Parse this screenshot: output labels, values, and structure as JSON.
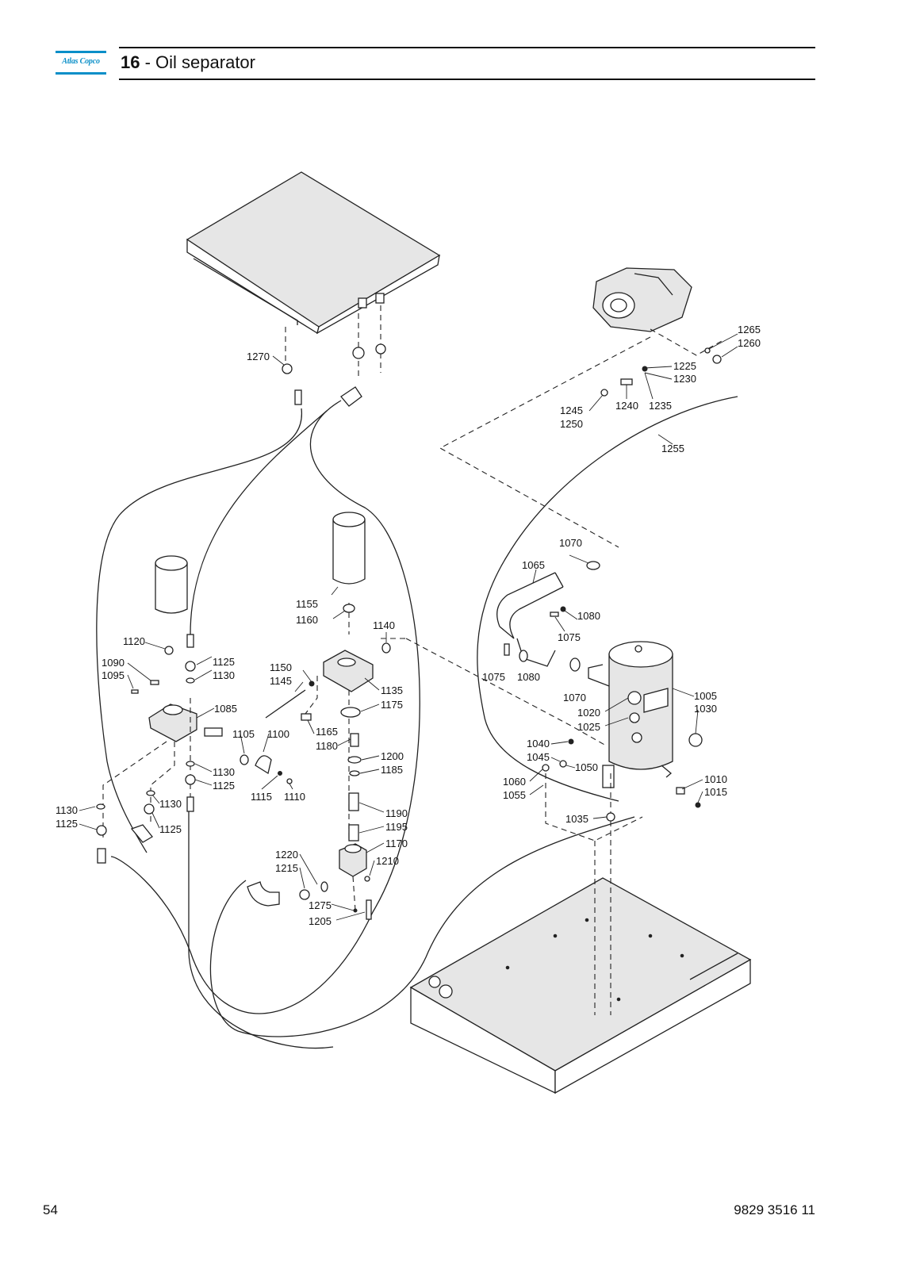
{
  "header": {
    "brand": "Atlas Copco",
    "section_number": "16",
    "separator": " - ",
    "title": "Oil separator"
  },
  "footer": {
    "page_number": "54",
    "document_number": "9829 3516 11"
  },
  "callouts": [
    "1270",
    "1265",
    "1260",
    "1225",
    "1230",
    "1245",
    "1250",
    "1240",
    "1235",
    "1255",
    "1070",
    "1065",
    "1080",
    "1075",
    "1005",
    "1030",
    "1020",
    "1025",
    "1040",
    "1045",
    "1050",
    "1060",
    "1055",
    "1035",
    "1010",
    "1015",
    "1155",
    "1160",
    "1140",
    "1150",
    "1145",
    "1135",
    "1175",
    "1165",
    "1180",
    "1200",
    "1185",
    "1190",
    "1195",
    "1170",
    "1210",
    "1220",
    "1215",
    "1275",
    "1205",
    "1120",
    "1090",
    "1095",
    "1125",
    "1130",
    "1085",
    "1105",
    "1100",
    "1115",
    "1110"
  ]
}
